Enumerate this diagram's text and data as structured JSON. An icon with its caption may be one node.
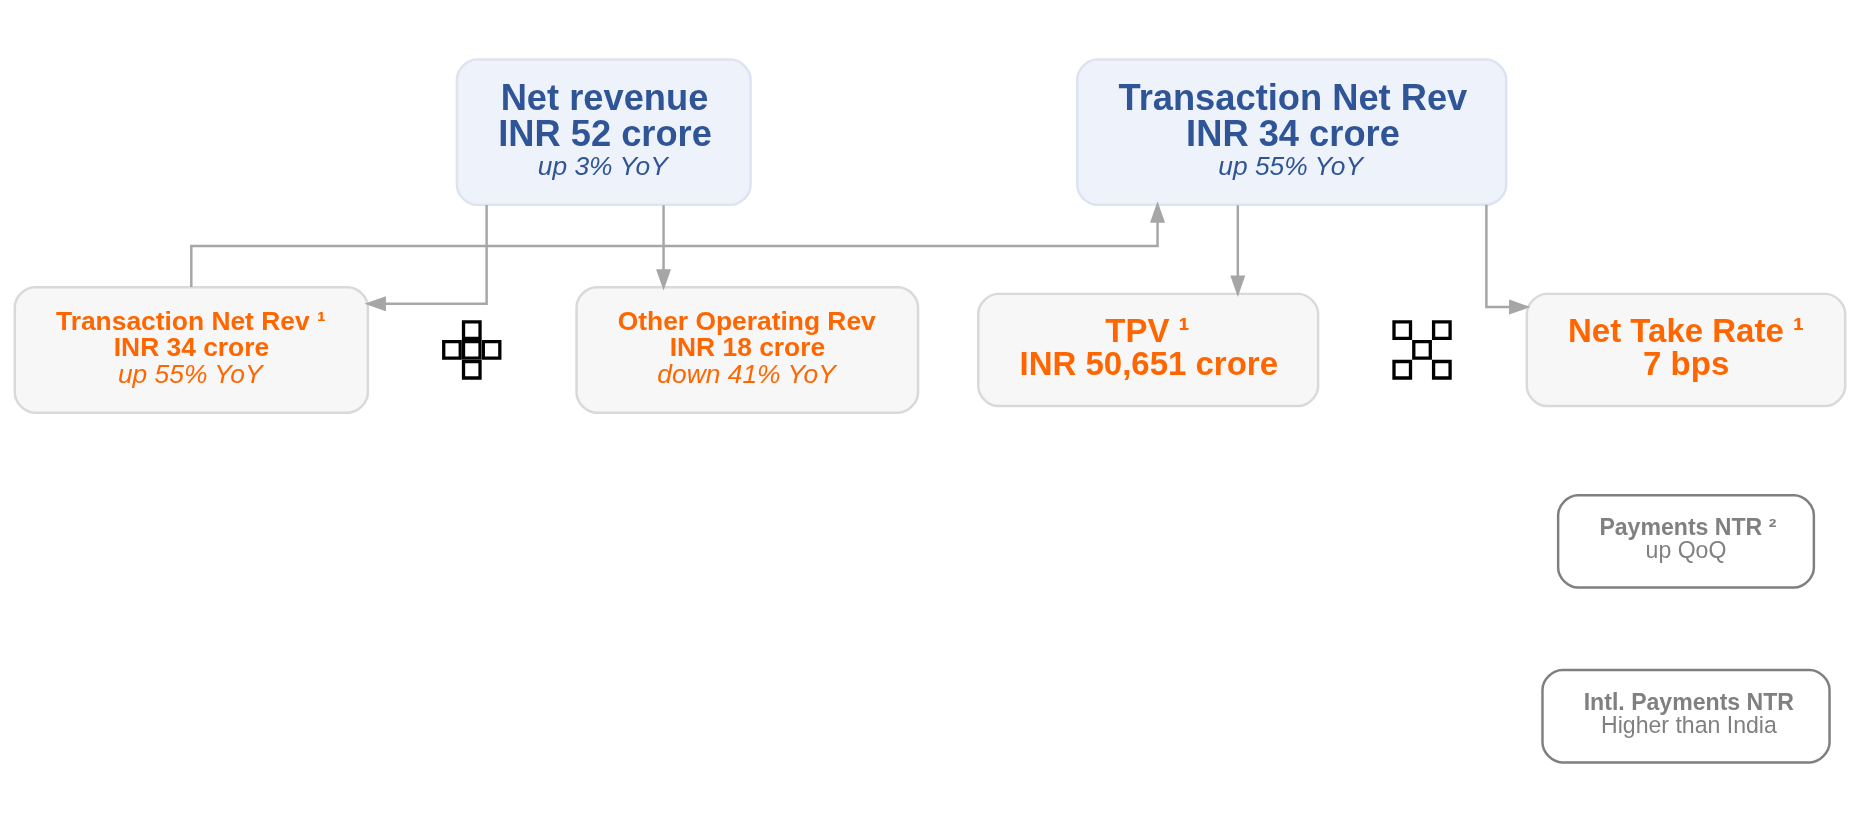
{
  "diagram": {
    "nodes": [
      {
        "text": [
          "Net revenue",
          "INR 52 crore",
          "up 3% YoY"
        ]
      },
      {
        "text": [
          "Transaction Net Rev",
          "INR 34 crore",
          "up 55% YoY"
        ]
      },
      {
        "text": [
          "Transaction Net Rev ¹",
          "INR 34 crore",
          "up 55% YoY"
        ]
      },
      {
        "text": [],
        "shape": "plus"
      },
      {
        "text": [
          "Other Operating Rev",
          "INR 18 crore",
          "down 41% YoY"
        ]
      },
      {
        "text": [
          "TPV ¹",
          "INR 50,651 crore"
        ]
      },
      {
        "text": [],
        "shape": "cross"
      },
      {
        "text": [
          "Net Take Rate ¹",
          "7 bps"
        ]
      },
      {
        "text": [
          "Payments NTR ²",
          "up QoQ"
        ]
      },
      {
        "text": [
          "Intl. Payments NTR",
          "Higher than India"
        ]
      }
    ],
    "edges": [
      {
        "from": 0,
        "to": 2,
        "arrow": "to"
      },
      {
        "from": 0,
        "to": 4,
        "arrow": "to"
      },
      {
        "from": 2,
        "to": 1,
        "arrow": "to"
      },
      {
        "from": 1,
        "to": 5,
        "arrow": "to"
      },
      {
        "from": 1,
        "to": 7,
        "arrow": "to"
      }
    ]
  }
}
